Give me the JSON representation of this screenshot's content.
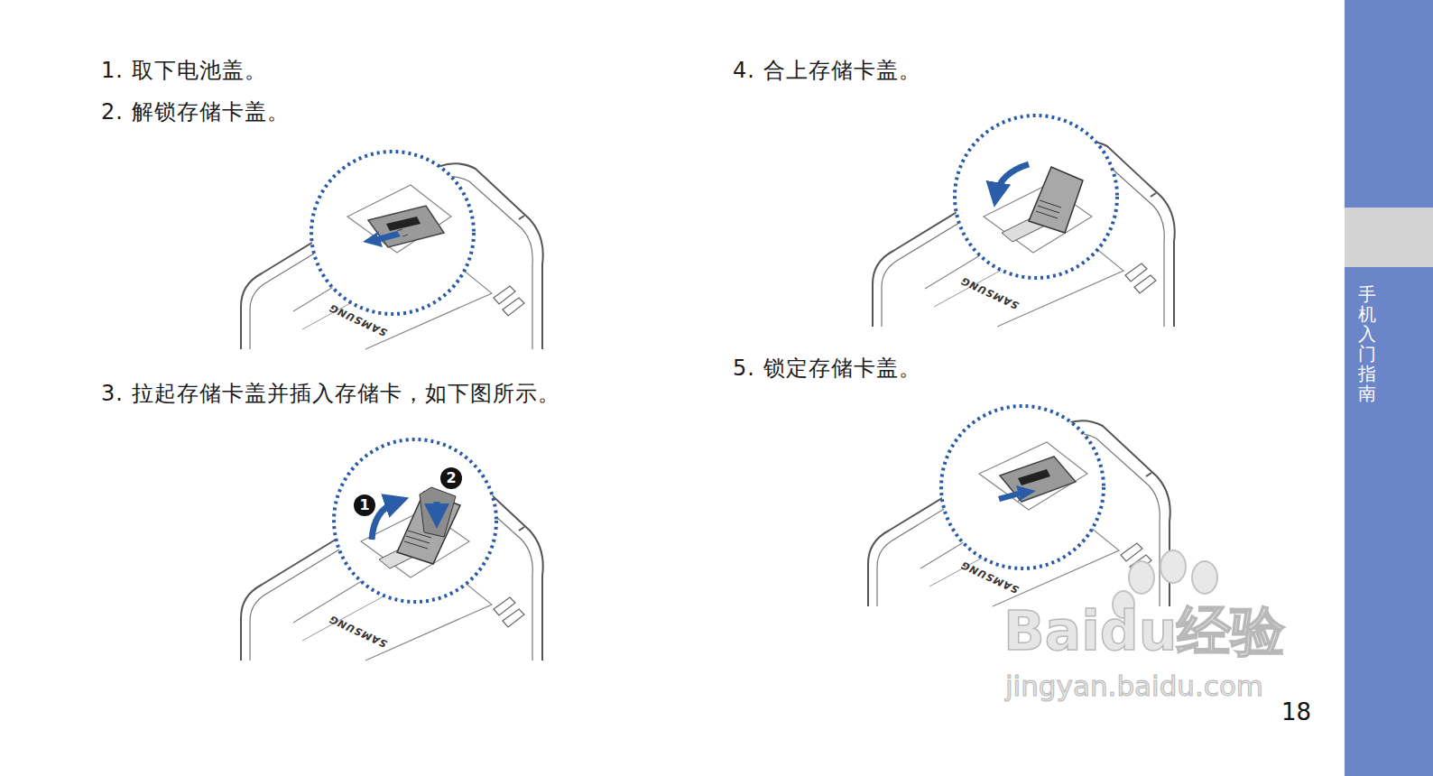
{
  "diagram": {
    "nodes": [
      {
        "text": [
          "手机入门指南"
        ]
      }
    ],
    "labels": [
      "1. 取下电池盖。",
      "2. 解锁存储卡盖。",
      "SAMSUNG",
      "3. 拉起存储卡盖并插入存储卡，如下图所示。",
      "1",
      "2",
      "SAMSUNG",
      "4. 合上存储卡盖。",
      "SAMSUNG",
      "5. 锁定存储卡盖。",
      "SAMSUNG",
      "Baidu经验",
      "jingyan.baidu.com",
      "18"
    ]
  }
}
